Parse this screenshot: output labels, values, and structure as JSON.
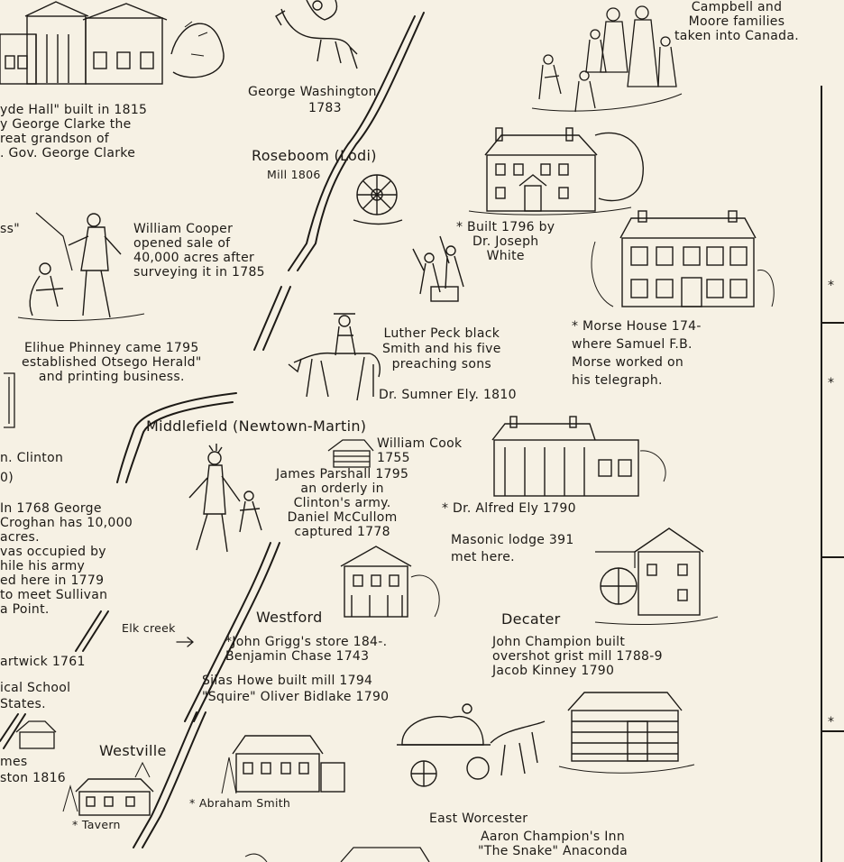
{
  "labels": {
    "campbell": "Campbell and\nMoore families\ntaken into Canada.",
    "hyde_hall": "yde Hall\" built in 1815\ny George Clarke the\nreat grandson of\n. Gov. George Clarke",
    "washington": "George Washington",
    "washington_year": "1783",
    "roseboom": "Roseboom (Lodi)",
    "roseboom_mill": "Mill 1806",
    "white_house": "* Built 1796 by\nDr. Joseph\nWhite",
    "ss": "ss\"",
    "cooper": "William Cooper\nopened sale of\n40,000 acres after\nsurveying it in 1785",
    "morse": "* Morse House 174-\nwhere Samuel F.B.\nMorse worked on\nhis telegraph.",
    "phinney": "Elihue Phinney came 1795\nestablished Otsego Herald\"\nand printing business.",
    "peck": "Luther Peck black\nSmith and his five\npreaching sons",
    "sumner_ely": "Dr. Sumner Ely. 1810",
    "middlefield": "Middlefield (Newtown-Martin)",
    "clinton": "n. Clinton\n0)",
    "william_cook": "William Cook\n1755",
    "parshall": "James Parshall 1795\nan orderly in\nClinton's army.\nDaniel McCullom\ncaptured 1778",
    "alfred_ely": "* Dr. Alfred Ely 1790",
    "croghan": "In 1768 George\nCroghan has 10,000\nacres.\nvas occupied by\nhile his army\ned here in 1779\nto meet Sullivan\na Point.",
    "masonic": "Masonic lodge 391\nmet here.",
    "elk_creek": "Elk creek",
    "westford": "Westford",
    "decater": "Decater",
    "grigg": "*John Grigg's store 184-.\nBenjamin Chase 1743",
    "champion": "John Champion built\novershot grist mill 1788-9\nJacob Kinney 1790",
    "hartwick": "artwick 1761",
    "medical": "ical School\nStates.",
    "howe": "Silas Howe built mill 1794\n\"Squire\" Oliver Bidlake 1790",
    "westville": "Westville",
    "james": "mes\nston 1816",
    "abraham": "* Abraham Smith",
    "tavern": "* Tavern",
    "east_worcester": "East Worcester",
    "aaron": "Aaron Champion's Inn\n\"The Snake\" Anaconda"
  },
  "edge_marks": [
    "*",
    "*",
    "*"
  ],
  "colors": {
    "paper": "#f6f1e4",
    "ink": "#1d1a16"
  },
  "illustrations": [
    "mansion",
    "horseman",
    "family",
    "house",
    "mill-wheel",
    "surveyors",
    "blacksmiths",
    "morse-house",
    "rider",
    "native-figures",
    "cabin",
    "columned-house",
    "mill",
    "store",
    "wagon",
    "log-cabin"
  ]
}
